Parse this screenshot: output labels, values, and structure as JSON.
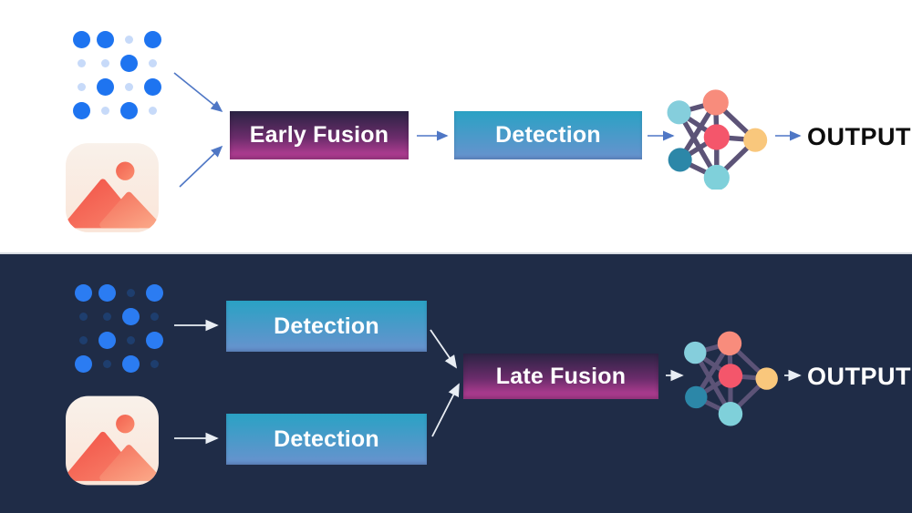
{
  "colors": {
    "panel-dark": "#1f2c47",
    "divider": "#d9dde3",
    "fusion-top": "#2b2343",
    "fusion-bottom": "#c2419c",
    "detection-top": "#2aa2c4",
    "detection-bottom": "#6992ce",
    "arrow-blue": "#4f77c5",
    "arrow-light": "#e9eef4",
    "dot-big-light": "#1e74f0",
    "dot-small-light": "#c7daf9",
    "dot-big-dark": "#2b7cf2",
    "dot-small-dark": "#1e3e6e",
    "nn-edge": "#5c5377",
    "nn-salmon": "#f88c7c",
    "nn-cyan": "#85cedc",
    "nn-red": "#f4566b",
    "nn-yellow": "#f9c77c",
    "nn-teal": "#2c87a8",
    "nn-cyan2": "#7fd0da",
    "output-top": "#0d0d0d",
    "output-bottom": "#ffffff"
  },
  "top_flow": {
    "fusion_label": "Early Fusion",
    "detection_label": "Detection",
    "output_label": "OUTPUT"
  },
  "bottom_flow": {
    "detection_top_label": "Detection",
    "detection_bottom_label": "Detection",
    "fusion_label": "Late Fusion",
    "output_label": "OUTPUT"
  },
  "icons": {
    "point_cloud": "point-cloud-icon",
    "image": "image-icon",
    "neural_network": "neural-network-icon"
  },
  "point_cloud_pattern": [
    [
      "L",
      "L",
      "S",
      "L"
    ],
    [
      "S",
      "S",
      "L",
      "S"
    ],
    [
      "S",
      "L",
      "S",
      "L"
    ],
    [
      "L",
      "S",
      "L",
      "S"
    ]
  ]
}
